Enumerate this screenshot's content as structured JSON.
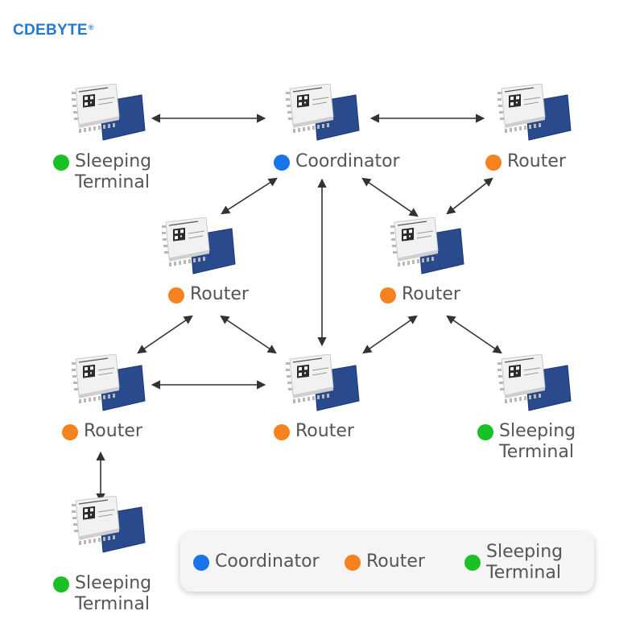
{
  "brand": {
    "name": "CDEBYTE",
    "mark": "®"
  },
  "colors": {
    "coordinator": "#1a73e8",
    "router": "#f5821f",
    "sleeping": "#19c224",
    "link": "#333333"
  },
  "nodes": [
    {
      "id": "n1",
      "type": "sleeping",
      "label": "Sleeping\nTerminal"
    },
    {
      "id": "n2",
      "type": "coordinator",
      "label": "Coordinator"
    },
    {
      "id": "n3",
      "type": "router",
      "label": "Router"
    },
    {
      "id": "n4",
      "type": "router",
      "label": "Router"
    },
    {
      "id": "n5",
      "type": "router",
      "label": "Router"
    },
    {
      "id": "n6",
      "type": "router",
      "label": "Router"
    },
    {
      "id": "n7",
      "type": "router",
      "label": "Router"
    },
    {
      "id": "n8",
      "type": "sleeping",
      "label": "Sleeping\nTerminal"
    },
    {
      "id": "n9",
      "type": "sleeping",
      "label": "Sleeping\nTerminal"
    }
  ],
  "links": [
    [
      "n1",
      "n2"
    ],
    [
      "n2",
      "n3"
    ],
    [
      "n2",
      "n4"
    ],
    [
      "n2",
      "n5"
    ],
    [
      "n2",
      "n7"
    ],
    [
      "n3",
      "n5"
    ],
    [
      "n4",
      "n6"
    ],
    [
      "n4",
      "n7"
    ],
    [
      "n5",
      "n7"
    ],
    [
      "n5",
      "n8"
    ],
    [
      "n6",
      "n7"
    ],
    [
      "n6",
      "n9"
    ]
  ],
  "legend": [
    {
      "type": "coordinator",
      "label": "Coordinator"
    },
    {
      "type": "router",
      "label": "Router"
    },
    {
      "type": "sleeping",
      "label": "Sleeping\nTerminal"
    }
  ]
}
